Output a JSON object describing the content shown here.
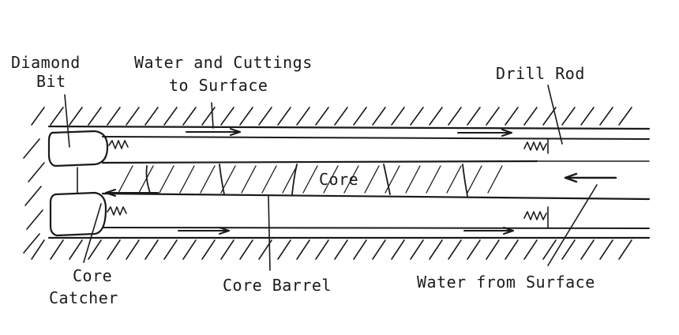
{
  "labels": {
    "diamond_bit_line1": "Diamond",
    "diamond_bit_line2": "Bit",
    "water_cuttings_line1": "Water and Cuttings",
    "water_cuttings_line2": "to Surface",
    "drill_rod": "Drill Rod",
    "core": "Core",
    "core_catcher_line1": "Core",
    "core_catcher_line2": "Catcher",
    "core_barrel": "Core Barrel",
    "water_from_surface": "Water from Surface"
  },
  "colors": {
    "ink": "#1a1a1a",
    "paper": "#ffffff"
  }
}
